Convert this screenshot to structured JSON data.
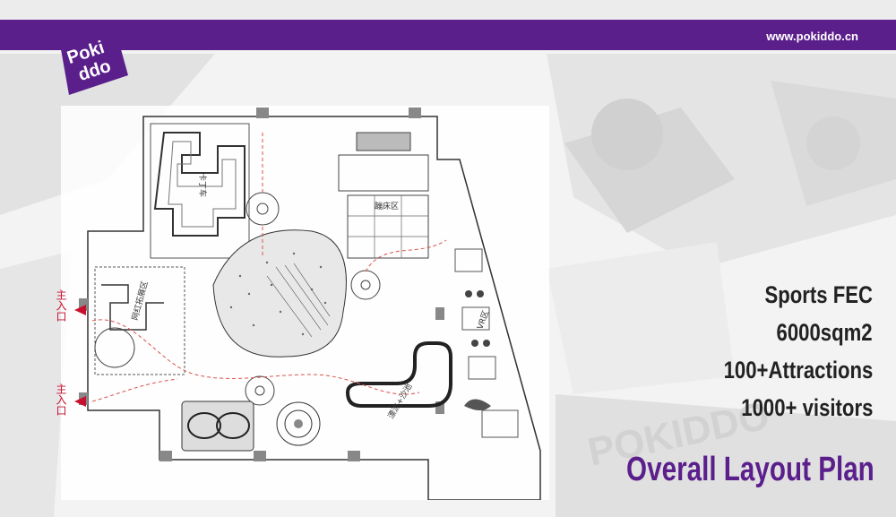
{
  "header": {
    "website": "www.pokiddo.cn"
  },
  "logo": {
    "text_top": "Poki",
    "text_bottom": "ddo",
    "color": "#5b1f8c"
  },
  "floor_plan": {
    "entrances": [
      "主入口",
      "主入口"
    ],
    "zone_labels": [
      "卡丁车",
      "蹦床区",
      "VR区",
      "漂流+沙池",
      "网红拓展区"
    ]
  },
  "stats": [
    "Sports FEC",
    "6000sqm2",
    "100+Attractions",
    "1000+ visitors"
  ],
  "headline": "Overall Layout Plan",
  "colors": {
    "brand_purple": "#5b1f8c",
    "background": "#f4f4f4",
    "entrance_red": "#c8102e"
  }
}
